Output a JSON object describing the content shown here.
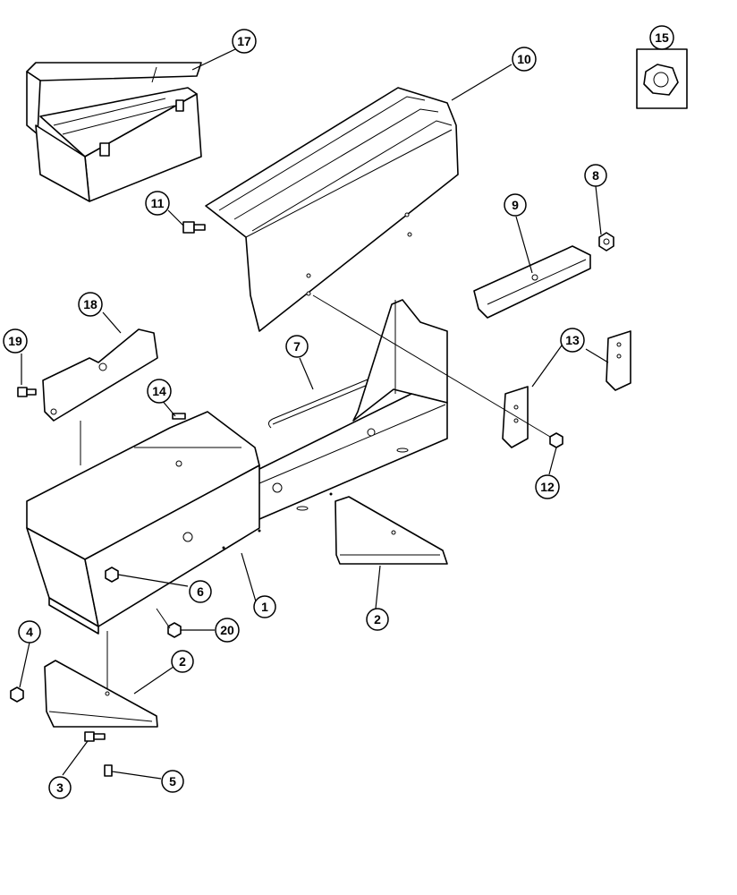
{
  "callouts": [
    {
      "id": "c1",
      "label": "1"
    },
    {
      "id": "c2a",
      "label": "2"
    },
    {
      "id": "c2b",
      "label": "2"
    },
    {
      "id": "c3",
      "label": "3"
    },
    {
      "id": "c4",
      "label": "4"
    },
    {
      "id": "c5",
      "label": "5"
    },
    {
      "id": "c6",
      "label": "6"
    },
    {
      "id": "c7",
      "label": "7"
    },
    {
      "id": "c8",
      "label": "8"
    },
    {
      "id": "c9",
      "label": "9"
    },
    {
      "id": "c10",
      "label": "10"
    },
    {
      "id": "c11",
      "label": "11"
    },
    {
      "id": "c12",
      "label": "12"
    },
    {
      "id": "c13",
      "label": "13"
    },
    {
      "id": "c14",
      "label": "14"
    },
    {
      "id": "c15",
      "label": "15"
    },
    {
      "id": "c17",
      "label": "17"
    },
    {
      "id": "c18",
      "label": "18"
    },
    {
      "id": "c19",
      "label": "19"
    },
    {
      "id": "c20",
      "label": "20"
    }
  ]
}
